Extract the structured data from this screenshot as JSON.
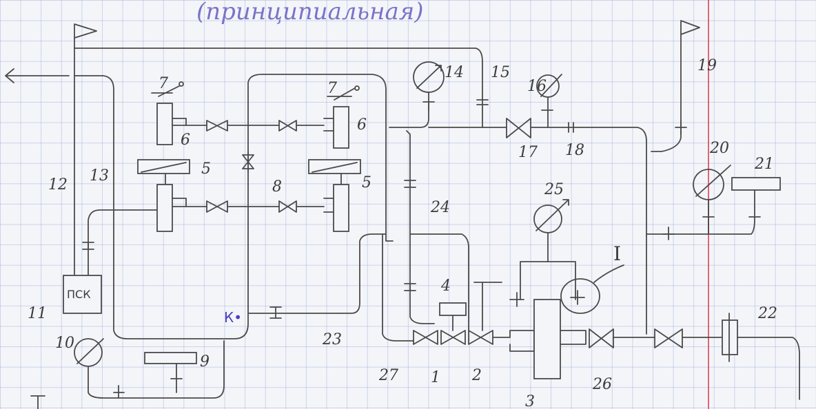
{
  "title": "(принципиальная)",
  "psk_label": "ПСК",
  "k_label": "К•",
  "detail_mark": "I",
  "labels": {
    "n1": "1",
    "n2": "2",
    "n3": "3",
    "n4": "4",
    "n5a": "5",
    "n5b": "5",
    "n6a": "6",
    "n6b": "6",
    "n7a": "7",
    "n7b": "7",
    "n8": "8",
    "n9": "9",
    "n10": "10",
    "n11": "11",
    "n12": "12",
    "n13": "13",
    "n14": "14",
    "n15": "15",
    "n16": "16",
    "n17": "17",
    "n18": "18",
    "n19": "19",
    "n20": "20",
    "n21": "21",
    "n22": "22",
    "n23": "23",
    "n24": "24",
    "n25": "25",
    "n26": "26",
    "n27": "27"
  },
  "colors": {
    "grid": "#7896c8",
    "margin_line": "#e04a55",
    "ink": "#4a4a4a",
    "title_ink": "#7b73c8"
  }
}
